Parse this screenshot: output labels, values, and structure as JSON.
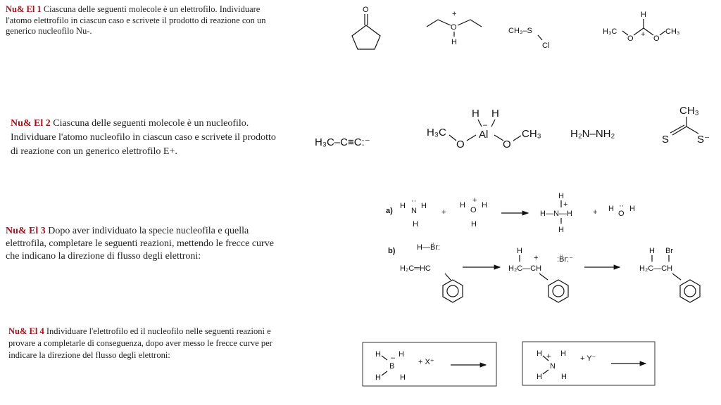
{
  "exercises": [
    {
      "label": "Nu& El 1",
      "text": " Ciascuna delle seguenti molecole è un elettrofilo. Individuare l'atomo elettrofilo in ciascun caso e scrivete il prodotto di reazione con un generico nucleofilo Nu-."
    },
    {
      "label": "Nu& El 2",
      "text": " Ciascuna delle seguenti molecole è un nucleofilo. Individuare l'atomo nucleofilo in ciascun caso e scrivete il prodotto di reazione con un generico elettrofilo E+."
    },
    {
      "label": "Nu& El 3",
      "text": " Dopo aver individuato la specie nucleofila e quella elettrofila, completare le seguenti reazioni, mettendo le frecce curve che indicano la direzione di flusso degli elettroni:"
    },
    {
      "label": "Nu& El 4",
      "text": " Individuare l'elettrofilo ed il nucleofilo nelle seguenti reazioni e provare a completarle di conseguenza, dopo aver messo le frecce curve per indicare la direzione del flusso degli elettroni:"
    }
  ],
  "row1": {
    "o": "O",
    "plus": "+",
    "h": "H",
    "ch3s": "CH₃–S",
    "cl": "Cl",
    "h3c": "H₃C",
    "ch3": "CH₃"
  },
  "row2": {
    "acetylide": "H₃C–C≡C:⁻",
    "h3c": "H₃C",
    "o": "O",
    "al": "Al",
    "minus": "–",
    "h": "H",
    "ch3": "CH₃",
    "hydrazine": "H₂N–NH₂",
    "s": "S",
    "s_minus": "S⁻"
  },
  "reaction_a": {
    "label": "a)",
    "h": "H",
    "n": "N",
    "o": "O",
    "plus": "+",
    "lone": "··",
    "product_n": "H—N—H"
  },
  "reaction_b": {
    "label": "b)",
    "hbr": "H—B̈r:",
    "alkene": "H₂C═HC",
    "h2c_ch": "H₂C—CH",
    "h": "H",
    "plus": "+",
    "br_anion": ":B̈r:⁻",
    "br": "Br"
  },
  "box1": {
    "h": "H",
    "b": "B",
    "charge": "–",
    "reagent": "+ X⁺"
  },
  "box2": {
    "h": "H",
    "n": "N",
    "charge": "+",
    "reagent": "+ Y⁻"
  }
}
